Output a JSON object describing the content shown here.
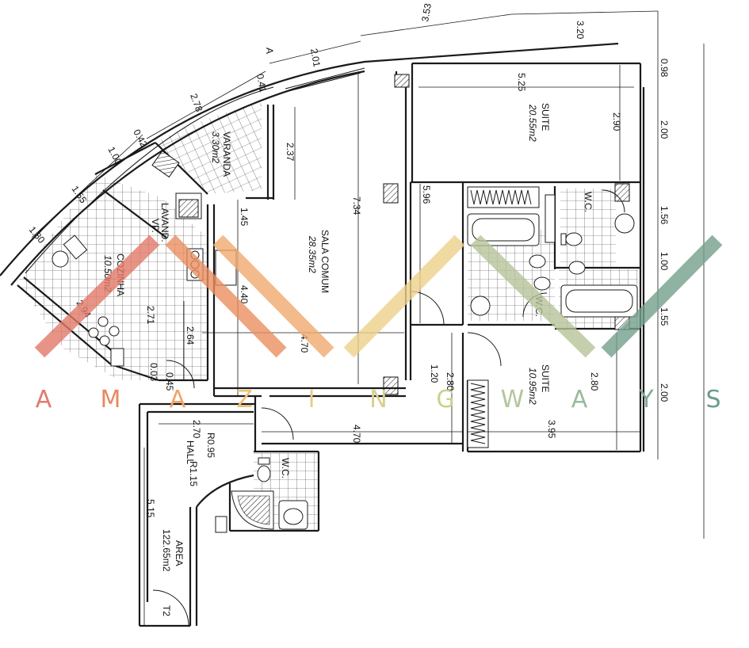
{
  "watermark": {
    "letters": [
      "A",
      "M",
      "A",
      "Z",
      "I",
      "N",
      "G",
      "W",
      "A",
      "Y",
      "S"
    ],
    "colors": [
      "#e37a6b",
      "#e9875f",
      "#f0a46b",
      "#f1c07a",
      "#e8cd8a",
      "#d8cf8e",
      "#cbd08d",
      "#b4c69b",
      "#9cb99c",
      "#80aa95",
      "#6d9c88"
    ]
  },
  "rooms": {
    "varanda": {
      "name": "VARANDA",
      "area": "3.30m2"
    },
    "lavandaria": {
      "name": "LAVAND.",
      "sub": "VP."
    },
    "cozinha": {
      "name": "COZINHA",
      "area": "10.50m2"
    },
    "sala": {
      "name": "SALA COMUM",
      "area": "28.35m2"
    },
    "suite1": {
      "name": "SUITE",
      "area": "20.55m2"
    },
    "suite2": {
      "name": "SUITE",
      "area": "10.95m2"
    },
    "wc1": {
      "name": "W.C."
    },
    "wc2": {
      "name": "W.C."
    },
    "wc3": {
      "name": "W.C."
    },
    "hall": {
      "name": "HALL"
    },
    "area": {
      "name": "AREA",
      "area": "122.65m2"
    },
    "section": {
      "name": "A"
    },
    "t2": {
      "name": "T2"
    }
  },
  "dimensions": {
    "d353": "3.53",
    "d320": "3.20",
    "d201": "2.01",
    "d041": "0.41",
    "d278": "2.78",
    "d042": "0.42",
    "d100a": "1.00",
    "d155a": "1.55",
    "d180": "1.80",
    "d098": "0.98",
    "d525": "5.25",
    "d290": "2.90",
    "d200a": "2.00",
    "d237": "2.37",
    "d596": "5.96",
    "d734": "7.34",
    "d156": "1.56",
    "d145": "1.45",
    "d100b": "1.00",
    "d440": "4.40",
    "d155b": "1.55",
    "d271": "2.71",
    "d264": "2.64",
    "d294": "2.94",
    "d470a": "4.70",
    "d003": "0.03",
    "d045": "0.45",
    "d120": "1.20",
    "d280a": "2.80",
    "d280b": "2.80",
    "d200b": "2.00",
    "d270": "2.70",
    "r095": "R0.95",
    "r115": "R1.15",
    "d470b": "4.70",
    "d395": "3.95",
    "d515": "5.15"
  }
}
